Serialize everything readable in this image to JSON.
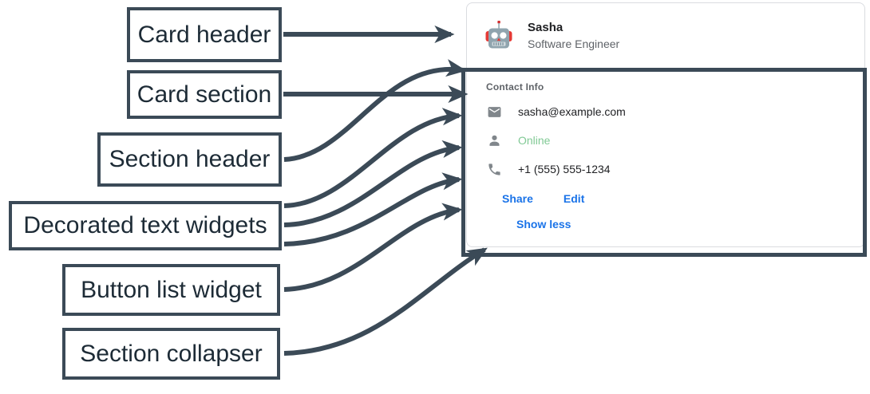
{
  "annotations": [
    {
      "id": "card-header",
      "label": "Card header"
    },
    {
      "id": "card-section",
      "label": "Card section"
    },
    {
      "id": "section-header",
      "label": "Section header"
    },
    {
      "id": "decorated-text-widgets",
      "label": "Decorated text widgets"
    },
    {
      "id": "button-list-widget",
      "label": "Button list widget"
    },
    {
      "id": "section-collapser",
      "label": "Section collapser"
    }
  ],
  "card": {
    "header": {
      "avatar_icon": "robot-avatar-icon",
      "title": "Sasha",
      "subtitle": "Software Engineer"
    },
    "section": {
      "header": "Contact Info",
      "rows": [
        {
          "icon": "email-icon",
          "text": "sasha@example.com",
          "style": "default"
        },
        {
          "icon": "person-icon",
          "text": "Online",
          "style": "online"
        },
        {
          "icon": "phone-icon",
          "text": "+1 (555) 555-1234",
          "style": "default"
        }
      ],
      "buttons": [
        {
          "label": "Share"
        },
        {
          "label": "Edit"
        }
      ],
      "collapser": {
        "label": "Show less"
      }
    }
  },
  "colors": {
    "annotation_stroke": "#3b4a57",
    "link_blue": "#1a73e8",
    "status_green": "#81c995",
    "icon_gray": "#80868b",
    "text_primary": "#202124",
    "text_secondary": "#5f6368",
    "card_border": "#dadce0"
  }
}
